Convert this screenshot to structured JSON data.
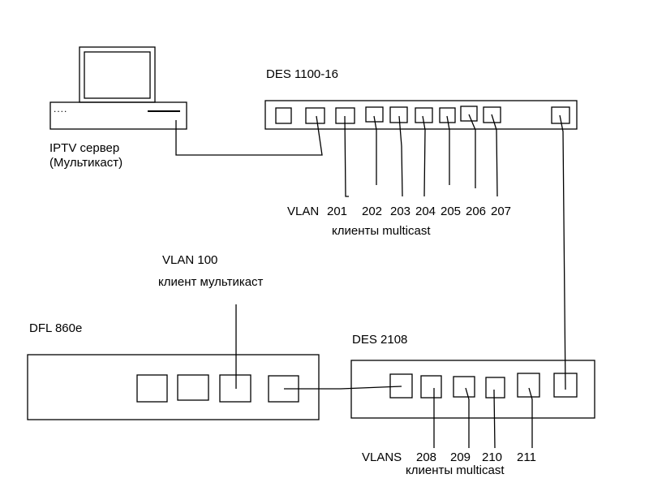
{
  "server": {
    "name_line1": "IPTV сервер",
    "name_line2": "(Мультикаст)",
    "drive_dots": "....",
    "icon": "computer-icon"
  },
  "switch1": {
    "name": "DES 1100-16",
    "vlan_prefix": "VLAN",
    "vlans": [
      "201",
      "202",
      "203",
      "204",
      "205",
      "206",
      "207"
    ],
    "clients_label": "клиенты multicast"
  },
  "firewall": {
    "name": "DFL 860e",
    "vlan_label": "VLAN 100",
    "client_label": "клиент мультикаст"
  },
  "switch2": {
    "name": "DES 2108",
    "vlan_prefix": "VLANS",
    "vlans": [
      "208",
      "209",
      "210",
      "211"
    ],
    "clients_label": "клиенты multicast"
  }
}
